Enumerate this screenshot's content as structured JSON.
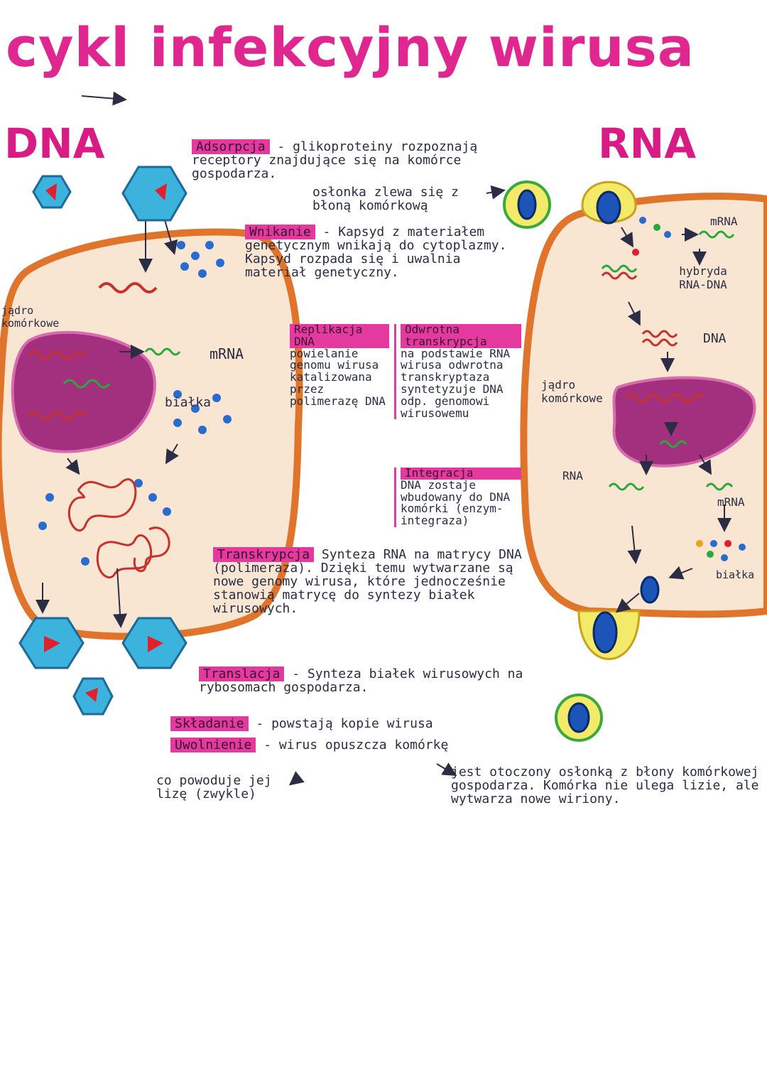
{
  "title": "cykl infekcyjny wirusa",
  "dna_label": "DNA",
  "rna_label": "RNA",
  "left_labels": {
    "nucleus": "jądro komórkowe",
    "mrna": "mRNA",
    "protein": "białka"
  },
  "right_labels": {
    "mrna_top": "mRNA",
    "hybrid": "hybryda RNA-DNA",
    "dna": "DNA",
    "nucleus": "jądro komórkowe",
    "rna": "RNA",
    "mrna_bottom": "mRNA",
    "protein": "białka"
  },
  "steps": {
    "adsorpcja": {
      "title": "Adsorpcja",
      "text": "- glikoproteiny rozpoznają receptory znajdujące się na komórce gospodarza."
    },
    "oslonka": "osłonka zlewa się z błoną komórkową",
    "wnikanie": {
      "title": "Wnikanie",
      "text": "- Kapsyd z materiałem genetycznym wnikają do cytoplazmy. Kapsyd rozpada się i uwalnia materiał genetyczny."
    },
    "replikacja": {
      "title": "Replikacja DNA",
      "text": "powielanie genomu wirusa katalizowana przez polimerazę DNA"
    },
    "odwrotna": {
      "title": "Odwrotna transkrypcja",
      "text": "na podstawie RNA wirusa odwrotna transkryptaza syntetyzuje DNA odp. genomowi wirusowemu"
    },
    "integracja": {
      "title": "Integracja",
      "text": "DNA zostaje wbudowany do DNA komórki (enzym- integraza)"
    },
    "transkrypcja": {
      "title": "Transkrypcja",
      "text": "Synteza RNA na matrycy DNA (polimeraza). Dzięki temu wytwarzane są nowe genomy wirusa, które jednocześnie stanowią matrycę do syntezy białek wirusowych."
    },
    "translacja": {
      "title": "Translacja",
      "text": "- Synteza białek wirusowych na rybosomach gospodarza."
    },
    "skladanie": {
      "title": "Składanie",
      "text": "- powstają kopie wirusa"
    },
    "uwolnienie": {
      "title": "Uwolnienie",
      "text": "- wirus opuszcza komórkę"
    },
    "lysis_note": "co powoduje jej lizę (zwykle)",
    "rna_note": "jest otoczony osłonką z błony komórkowej gospodarza. Komórka nie ulega lizie, ale wytwarza nowe wiriony."
  },
  "colors": {
    "title": "#e0268f",
    "highlight": "#e4399e",
    "cell_border": "#e0742a",
    "cell_fill": "#f9e6d2",
    "nucleus": "#a2307e",
    "capsid": "#3bb3dd",
    "core": "#e0202a",
    "rna_strand": "#2aa83a",
    "dna_strand": "#c8302a",
    "protein_dot": "#2a6bd0",
    "envelope": "#f3ea6a",
    "rna_core": "#1c54b8"
  }
}
